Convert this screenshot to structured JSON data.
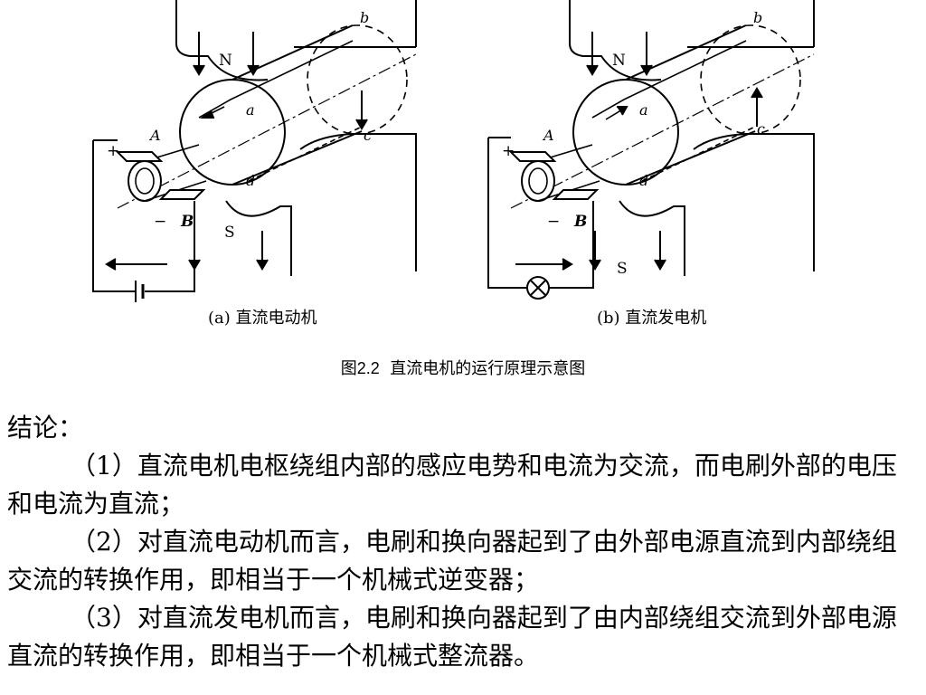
{
  "figure": {
    "panels": [
      {
        "caption": "(a) 直流电动机",
        "labels": {
          "N": "N",
          "S": "S",
          "a": "a",
          "b": "b",
          "c": "c",
          "d": "d",
          "A": "A",
          "B": "B",
          "plus": "+",
          "minus": "−"
        },
        "source_icon": "battery-icon"
      },
      {
        "caption": "(b) 直流发电机",
        "labels": {
          "N": "N",
          "S": "S",
          "a": "a",
          "b": "b",
          "c": "c",
          "d": "d",
          "A": "A",
          "B": "B",
          "plus": "+",
          "minus": "−"
        },
        "source_icon": "lamp-icon"
      }
    ]
  },
  "caption": {
    "prefix": "图",
    "number": "2.2",
    "text": "直流电机的运行原理示意图"
  },
  "conclusion": {
    "title": "结论：",
    "items": [
      "（1）直流电机电枢绕组内部的感应电势和电流为交流，而电刷外部的电压和电流为直流；",
      "（2）对直流电动机而言，电刷和换向器起到了由外部电源直流到内部绕组交流的转换作用，即相当于一个机械式逆变器；",
      "（3）对直流发电机而言，电刷和换向器起到了由内部绕组交流到外部电源直流的转换作用，即相当于一个机械式整流器。"
    ]
  }
}
